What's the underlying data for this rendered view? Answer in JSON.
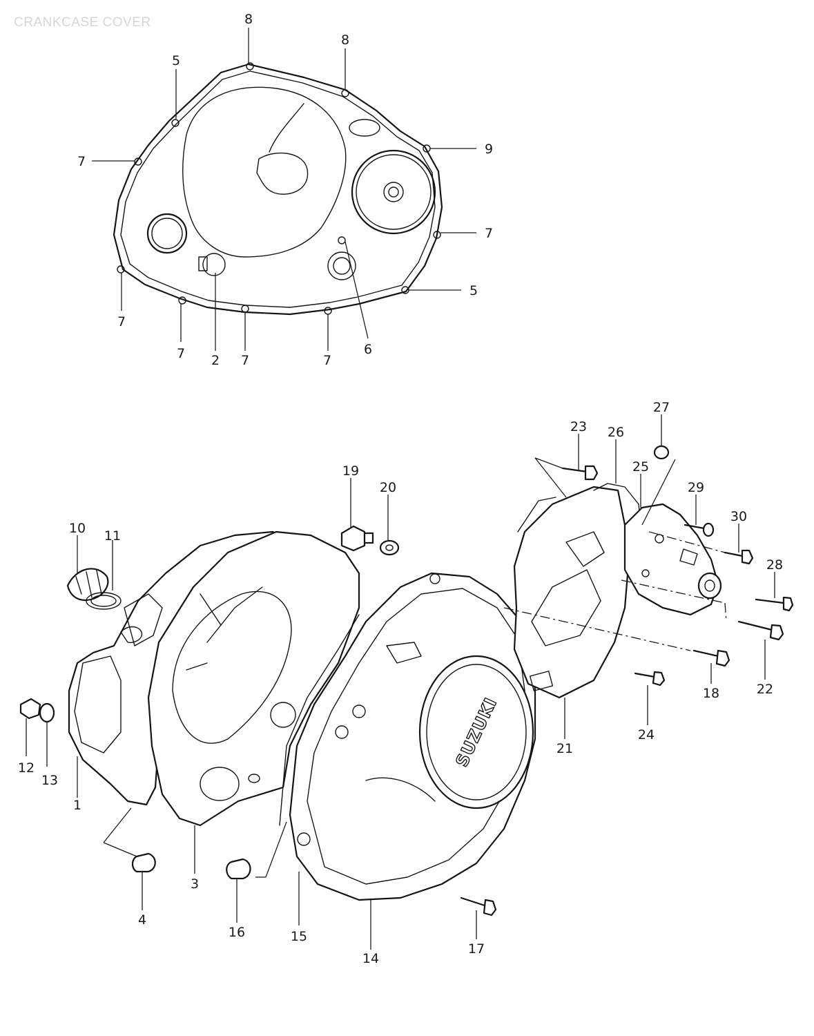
{
  "title": "CRANKCASE COVER",
  "logo_text": "SUZUKI",
  "callouts": [
    {
      "id": "c8a",
      "label": "8"
    },
    {
      "id": "c8b",
      "label": "8"
    },
    {
      "id": "c5a",
      "label": "5"
    },
    {
      "id": "c9",
      "label": "9"
    },
    {
      "id": "c7a",
      "label": "7"
    },
    {
      "id": "c7b",
      "label": "7"
    },
    {
      "id": "c5b",
      "label": "5"
    },
    {
      "id": "c7c",
      "label": "7"
    },
    {
      "id": "c7d",
      "label": "7"
    },
    {
      "id": "c2",
      "label": "2"
    },
    {
      "id": "c7e",
      "label": "7"
    },
    {
      "id": "c7f",
      "label": "7"
    },
    {
      "id": "c6",
      "label": "6"
    },
    {
      "id": "c27",
      "label": "27"
    },
    {
      "id": "c23",
      "label": "23"
    },
    {
      "id": "c26",
      "label": "26"
    },
    {
      "id": "c25",
      "label": "25"
    },
    {
      "id": "c29",
      "label": "29"
    },
    {
      "id": "c19",
      "label": "19"
    },
    {
      "id": "c20",
      "label": "20"
    },
    {
      "id": "c30",
      "label": "30"
    },
    {
      "id": "c28",
      "label": "28"
    },
    {
      "id": "c10",
      "label": "10"
    },
    {
      "id": "c11",
      "label": "11"
    },
    {
      "id": "c18",
      "label": "18"
    },
    {
      "id": "c22",
      "label": "22"
    },
    {
      "id": "c24",
      "label": "24"
    },
    {
      "id": "c21",
      "label": "21"
    },
    {
      "id": "c12",
      "label": "12"
    },
    {
      "id": "c13",
      "label": "13"
    },
    {
      "id": "c1",
      "label": "1"
    },
    {
      "id": "c3",
      "label": "3"
    },
    {
      "id": "c4",
      "label": "4"
    },
    {
      "id": "c16",
      "label": "16"
    },
    {
      "id": "c15",
      "label": "15"
    },
    {
      "id": "c14",
      "label": "14"
    },
    {
      "id": "c17",
      "label": "17"
    }
  ]
}
